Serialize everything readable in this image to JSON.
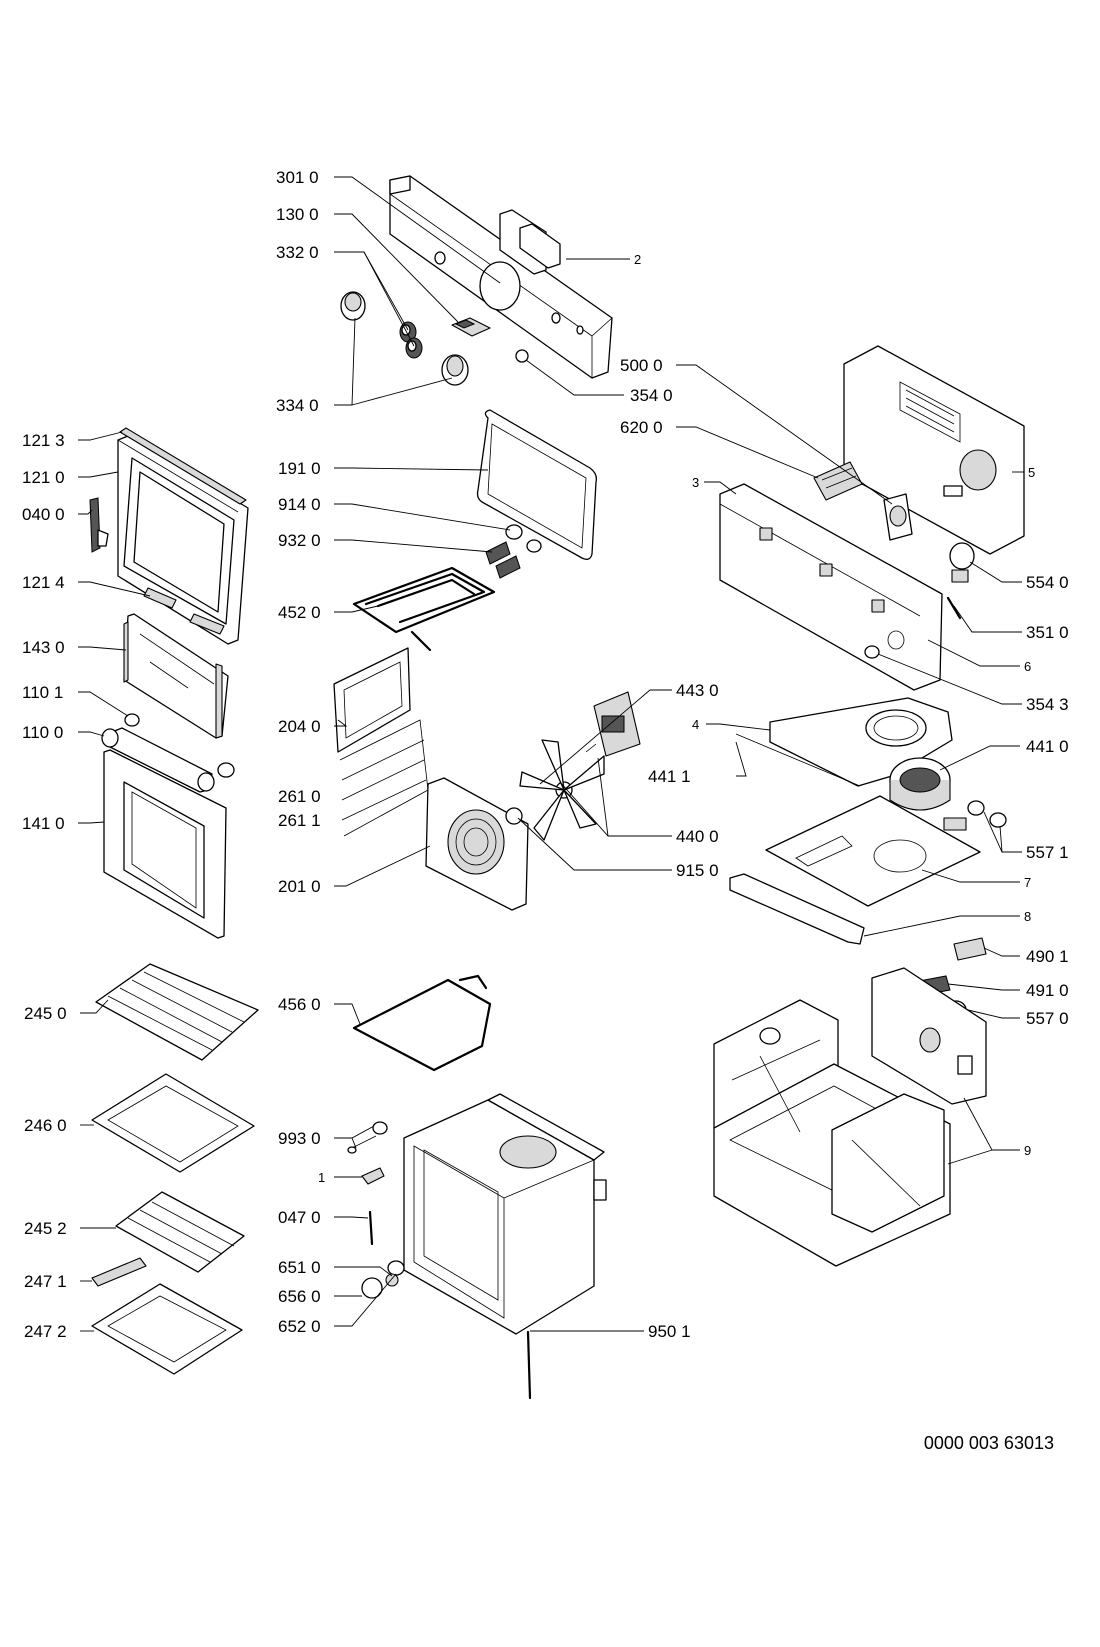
{
  "labels": {
    "p3010": "301 0",
    "p1300": "130 0",
    "p3320": "332 0",
    "p3340": "334 0",
    "p2": "2",
    "p3540": "354 0",
    "p5000": "500 0",
    "p6200": "620 0",
    "p3": "3",
    "p5": "5",
    "p5540": "554 0",
    "p3510": "351 0",
    "p6": "6",
    "p3543": "354 3",
    "p1213": "121 3",
    "p1210": "121 0",
    "p0400": "040 0",
    "p1214": "121 4",
    "p1430": "143 0",
    "p1101": "110 1",
    "p1100": "110 0",
    "p1410": "141 0",
    "p1910": "191 0",
    "p9140": "914 0",
    "p9320": "932 0",
    "p4520": "452 0",
    "p2040": "204 0",
    "p2610": "261 0",
    "p2611": "261 1",
    "p2010": "201 0",
    "p4430": "443 0",
    "p4400": "440 0",
    "p9150": "915 0",
    "p4": "4",
    "p4411": "441 1",
    "p4410": "441 0",
    "p5571": "557 1",
    "p7": "7",
    "p8": "8",
    "p4901": "490 1",
    "p4910": "491 0",
    "p5570": "557 0",
    "p9": "9",
    "p2450": "245 0",
    "p4560": "456 0",
    "p2460": "246 0",
    "p9930": "993 0",
    "p1": "1",
    "p0470": "047 0",
    "p2452": "245 2",
    "p2471": "247 1",
    "p6510": "651 0",
    "p6560": "656 0",
    "p2472": "247 2",
    "p6520": "652 0",
    "p9501": "950 1"
  },
  "document_ref": "0000 003 63013"
}
